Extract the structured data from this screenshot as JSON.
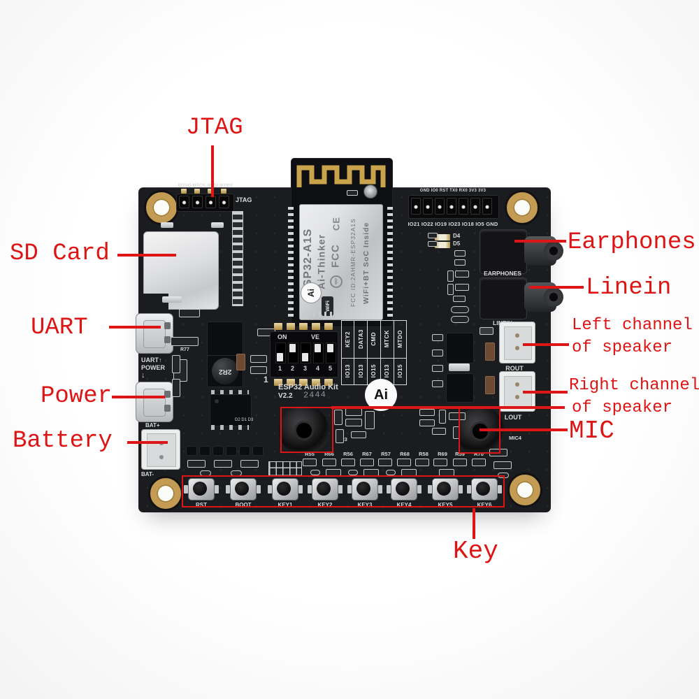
{
  "colors": {
    "annotation_red": "#dd1515",
    "board": "#1b1c1f",
    "silkscreen": "#d9dadc",
    "antenna_gold": "#c9a44c"
  },
  "annotations": {
    "jtag": "JTAG",
    "sd_card": "SD Card",
    "uart": "UART",
    "power": "Power",
    "battery": "Battery",
    "earphones": "Earphones",
    "linein": "Linein",
    "left_channel_line1": "Left channel",
    "left_channel_line2": "of speaker",
    "right_channel_line1": "Right channel",
    "right_channel_line2": "of speaker",
    "mic": "MIC",
    "key": "Key"
  },
  "module": {
    "name": "ESP32-A1S",
    "brand": "Ai-Thinker",
    "fcc_id": "FCC ID:2AHMR-ESP32A1S",
    "soc": "WiFi+BT SoC Inside",
    "ai_logo": "Ai",
    "wifi_badge": "WiFi",
    "ce_mark": "CE",
    "fcc_mark": "FCC",
    "bt_mark": "ᛒ"
  },
  "silkscreen": {
    "jtag_pins": "MTDO MTCK MTDI MTMS",
    "jtag": "JTAG",
    "header_top": "GND IO0 RST TX0 RX0 3V3 3V3",
    "header_bottom": "IO21 IO22 IO19 IO23 IO18 IO5 GND",
    "led_d4": "D4",
    "led_d5": "D5",
    "earphones": "EARPHONES",
    "linein": "LINEIN",
    "rout": "ROUT",
    "lout": "LOUT",
    "mic3": "MIC3",
    "mic4": "MIC4",
    "r77": "R77",
    "d_row": "D2 D1 D3",
    "uart_label": "UART↑",
    "power_label": "POWER",
    "power_arrow": "↓",
    "bat_plus": "BAT+",
    "bat_minus": "BAT-",
    "board_title": "ESP32 Audio Kit",
    "board_version": "V2.2",
    "board_mark": "2444",
    "ai_logo": "Ai",
    "dip_on": "ON",
    "dip_ve": "VE",
    "dip_first": "1",
    "dip_numbers": [
      "1",
      "2",
      "3",
      "4",
      "5"
    ],
    "inductor": "2R2",
    "io_table_signals": [
      "KEY2",
      "DATA3",
      "CMD",
      "MTCK",
      "MTDO"
    ],
    "io_table_pins": [
      "IO13",
      "IO13",
      "IO15",
      "IO13",
      "IO15"
    ],
    "buttons": [
      "RST",
      "BOOT",
      "KEY1",
      "KEY2",
      "KEY3",
      "KEY4",
      "KEY5",
      "KEY6"
    ],
    "resistors": [
      "R55",
      "R66",
      "R56",
      "R67",
      "R57",
      "R68",
      "R58",
      "R69",
      "R59",
      "R70"
    ]
  }
}
